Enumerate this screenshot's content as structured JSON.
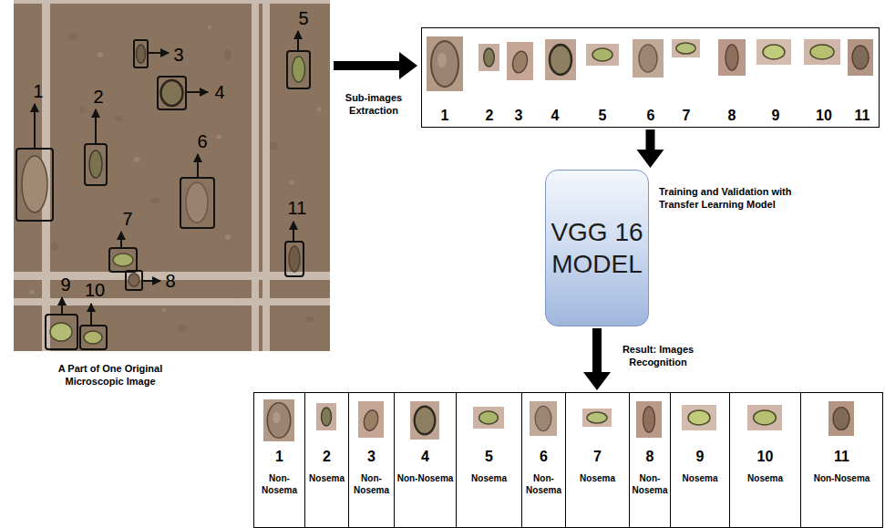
{
  "diagram": {
    "nodes": [
      {
        "text": [
          "A Part of One Original Microscopic Image"
        ]
      },
      {
        "text": [
          "1",
          "2",
          "3",
          "4",
          "5",
          "6",
          "7",
          "8",
          "9",
          "10",
          "11"
        ]
      },
      {
        "text": [
          "VGG 16 MODEL"
        ]
      },
      {
        "text": [
          "1",
          "Non-Nosema"
        ]
      },
      {
        "text": [
          "2",
          "Nosema"
        ]
      },
      {
        "text": [
          "3",
          "Non-Nosema"
        ]
      },
      {
        "text": [
          "4",
          "Non-Nosema"
        ]
      },
      {
        "text": [
          "5",
          "Nosema"
        ]
      },
      {
        "text": [
          "6",
          "Non-Nosema"
        ]
      },
      {
        "text": [
          "7",
          "Nosema"
        ]
      },
      {
        "text": [
          "8",
          "Non-Nosema"
        ]
      },
      {
        "text": [
          "9",
          "Nosema"
        ]
      },
      {
        "text": [
          "10",
          "Nosema"
        ]
      },
      {
        "text": [
          "11",
          "Non-Nosema"
        ]
      }
    ],
    "edges": [
      {
        "from": 0,
        "to": 1,
        "arrow": "to",
        "label": "Sub-images Extraction"
      },
      {
        "from": 1,
        "to": 2,
        "arrow": "to"
      },
      {
        "from": 2,
        "to": 9,
        "arrow": "to",
        "label": "Result: Images Recognition"
      }
    ],
    "labels": [
      "1",
      "2",
      "3",
      "4",
      "5",
      "6",
      "7",
      "8",
      "9",
      "10",
      "11",
      "Training and Validation with Transfer Learning Model"
    ]
  }
}
